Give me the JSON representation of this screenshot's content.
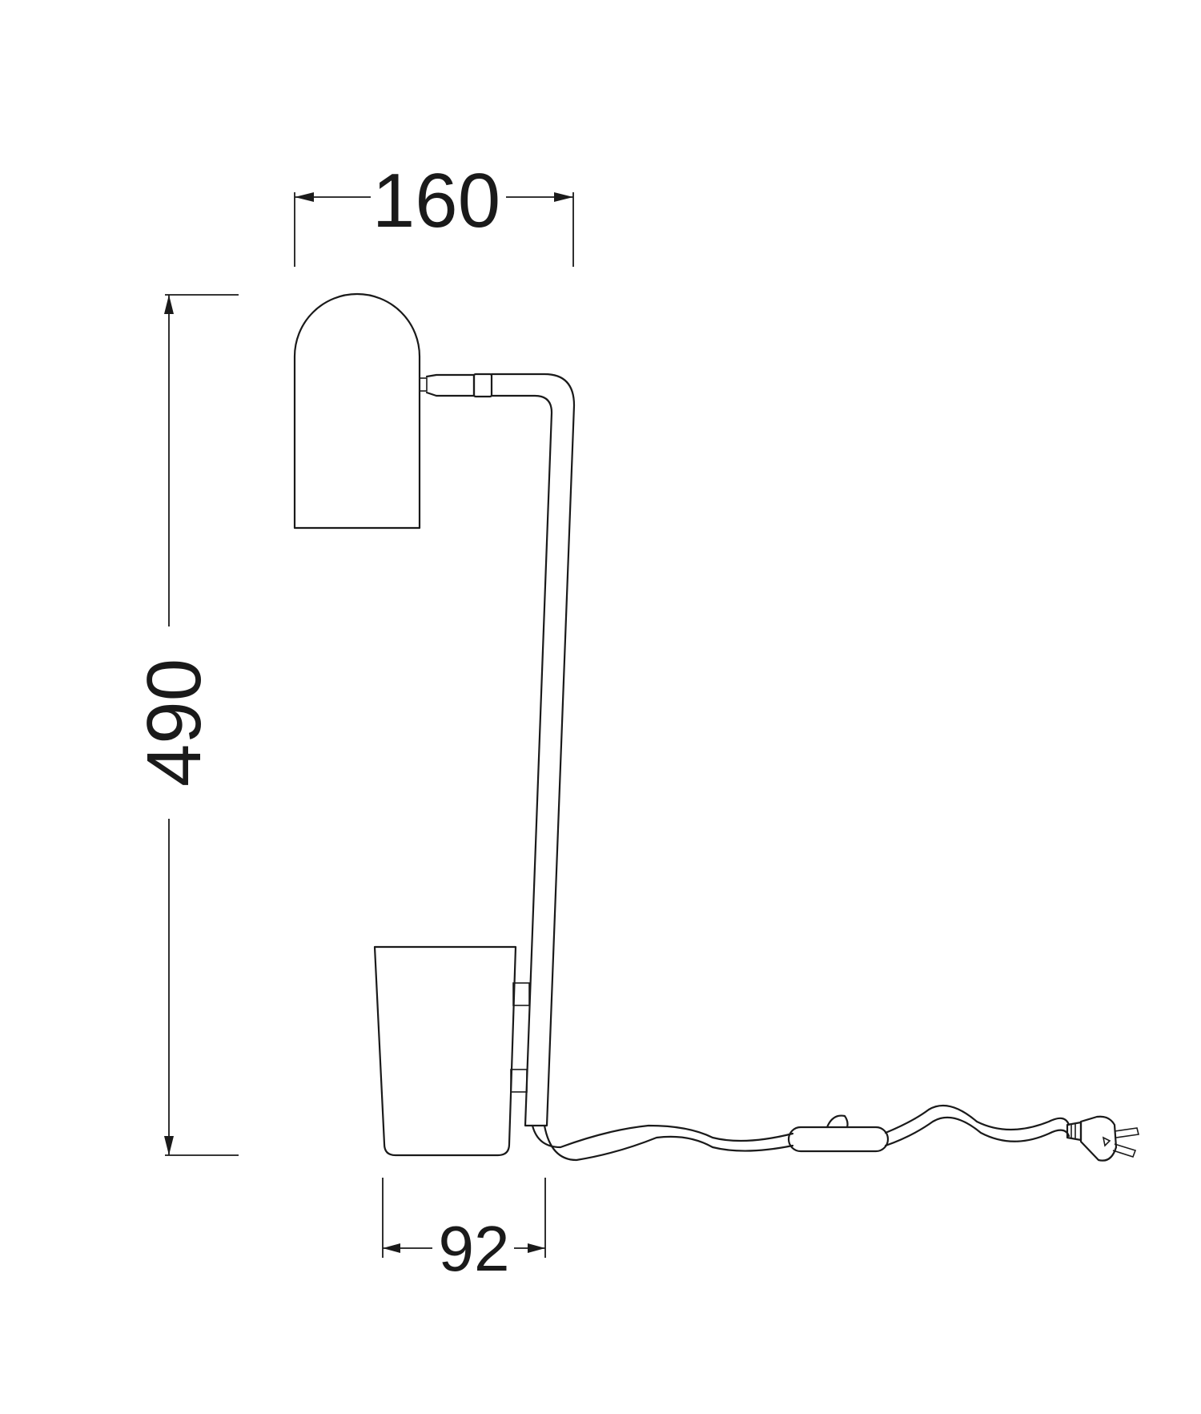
{
  "drawing": {
    "type": "dimension drawing",
    "dimensions": {
      "width_top": "160",
      "height": "490",
      "base_width": "92"
    },
    "line_color": "#1a1a1a",
    "background": "#ffffff"
  }
}
